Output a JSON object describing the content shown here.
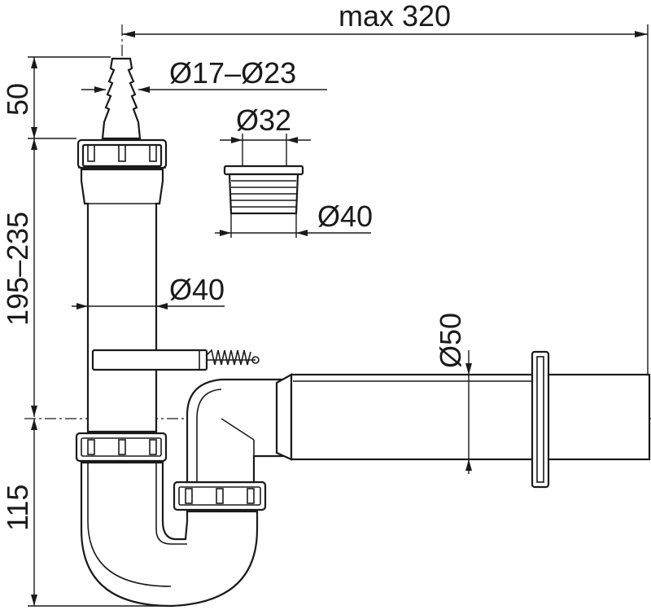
{
  "dimensions": {
    "max_length": "max 320",
    "hose_diameter": "Ø17–Ø23",
    "adapter_inner": "Ø32",
    "adapter_outer": "Ø40",
    "inlet_height": "50",
    "pipe_height": "195–235",
    "pipe_diameter": "Ø40",
    "outlet_diameter": "Ø50",
    "trap_depth": "115"
  }
}
